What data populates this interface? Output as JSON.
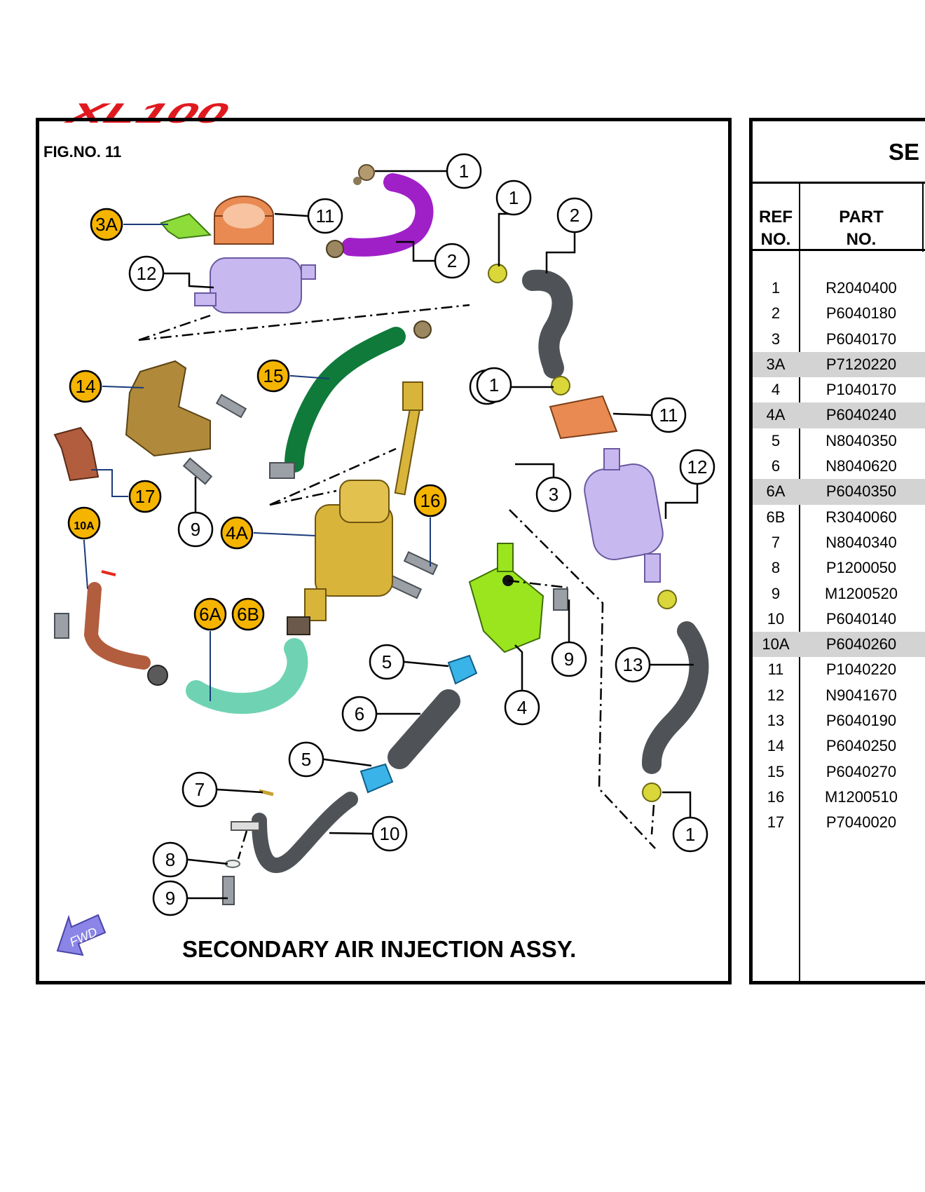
{
  "logo": {
    "text": "XL100"
  },
  "figure": {
    "number": "FIG.NO. 11",
    "caption": "SECONDARY AIR INJECTION ASSY.",
    "fwd_label": "FWD",
    "callouts": [
      "1",
      "1",
      "1",
      "1",
      "1",
      "2",
      "2",
      "3",
      "3A",
      "4",
      "4A",
      "5",
      "5",
      "6",
      "6A",
      "6B",
      "7",
      "8",
      "9",
      "9",
      "9",
      "10",
      "10A",
      "11",
      "11",
      "12",
      "12",
      "13",
      "14",
      "15",
      "16",
      "17"
    ]
  },
  "table": {
    "title_partial": "SE",
    "header": {
      "ref_line1": "REF",
      "ref_line2": "NO.",
      "part_line1": "PART",
      "part_line2": "NO."
    },
    "rows": [
      {
        "ref": "1",
        "part": "R2040400",
        "shaded": false
      },
      {
        "ref": "2",
        "part": "P6040180",
        "shaded": false
      },
      {
        "ref": "3",
        "part": "P6040170",
        "shaded": false
      },
      {
        "ref": "3A",
        "part": "P7120220",
        "shaded": true
      },
      {
        "ref": "4",
        "part": "P1040170",
        "shaded": false
      },
      {
        "ref": "4A",
        "part": "P6040240",
        "shaded": true
      },
      {
        "ref": "5",
        "part": "N8040350",
        "shaded": false
      },
      {
        "ref": "6",
        "part": "N8040620",
        "shaded": false
      },
      {
        "ref": "6A",
        "part": "P6040350",
        "shaded": true
      },
      {
        "ref": "6B",
        "part": "R3040060",
        "shaded": false
      },
      {
        "ref": "7",
        "part": "N8040340",
        "shaded": false
      },
      {
        "ref": "8",
        "part": "P1200050",
        "shaded": false
      },
      {
        "ref": "9",
        "part": "M1200520",
        "shaded": false
      },
      {
        "ref": "10",
        "part": "P6040140",
        "shaded": false
      },
      {
        "ref": "10A",
        "part": "P6040260",
        "shaded": true
      },
      {
        "ref": "11",
        "part": "P1040220",
        "shaded": false
      },
      {
        "ref": "12",
        "part": "N9041670",
        "shaded": false
      },
      {
        "ref": "13",
        "part": "P6040190",
        "shaded": false
      },
      {
        "ref": "14",
        "part": "P6040250",
        "shaded": false
      },
      {
        "ref": "15",
        "part": "P6040270",
        "shaded": false
      },
      {
        "ref": "16",
        "part": "M1200510",
        "shaded": false
      },
      {
        "ref": "17",
        "part": "P7040020",
        "shaded": false
      }
    ]
  },
  "colors": {
    "logo_red": "#e0191f",
    "callout_yellow": "#f5b400",
    "leader_blue": "#1a3b7a",
    "shade_gray": "#d3d3d3",
    "fwd_arrow": "#8a85e6"
  }
}
